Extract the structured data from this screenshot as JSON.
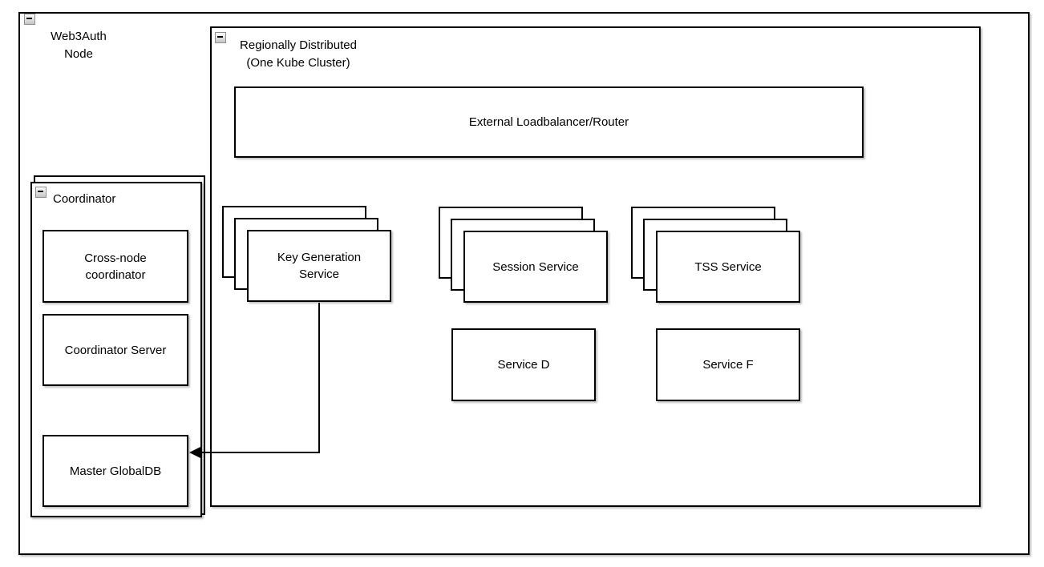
{
  "diagram": {
    "outer": {
      "title_line1": "Web3Auth",
      "title_line2": "Node"
    },
    "region": {
      "title_line1": "Regionally Distributed",
      "title_line2": "(One Kube Cluster)"
    },
    "loadbalancer": {
      "label": "External Loadbalancer/Router"
    },
    "stacks": [
      {
        "label": "Key Generation Service",
        "stack_count": 3
      },
      {
        "label": "Session Service",
        "stack_count": 3
      },
      {
        "label": "TSS Service",
        "stack_count": 3
      }
    ],
    "services": [
      {
        "label": "Service D"
      },
      {
        "label": "Service F"
      }
    ],
    "coordinator": {
      "title": "Coordinator",
      "boxes": [
        {
          "label": "Cross-node coordinator"
        },
        {
          "label": "Coordinator Server"
        },
        {
          "label": "Master GlobalDB"
        }
      ]
    },
    "edges": [
      {
        "from": "Key Generation Service",
        "to": "Master GlobalDB"
      }
    ],
    "colors": {
      "stroke": "#000000",
      "fill": "#ffffff",
      "shadow": "#d0d0d0"
    }
  }
}
